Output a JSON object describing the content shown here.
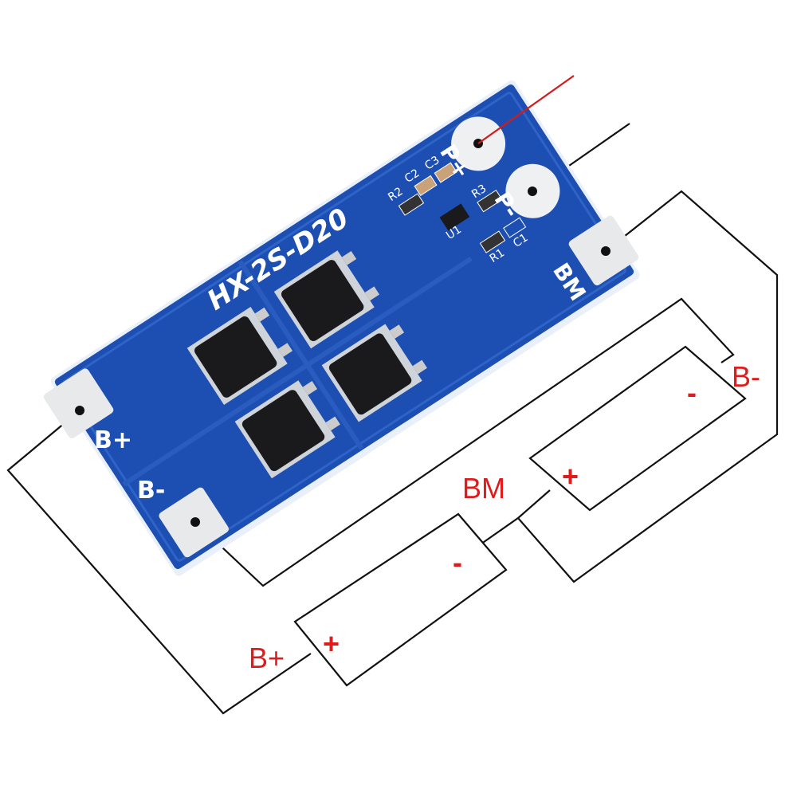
{
  "board": {
    "model": "HX-2S-D20",
    "pads": {
      "p_plus": "P+",
      "p_minus": "P-",
      "bm": "BM",
      "b_plus": "B+",
      "b_minus": "B-"
    },
    "components": [
      "R2",
      "C2",
      "C3",
      "R3",
      "U1",
      "R1",
      "C1"
    ]
  },
  "wiring_labels": {
    "b_minus": "B-",
    "bm": "BM",
    "b_plus": "B+",
    "cell1_minus": "-",
    "cell1_plus": "+",
    "cell2_minus": "-",
    "cell2_plus": "+"
  },
  "colors": {
    "board": "#1d4fb3",
    "wire": "#111111",
    "positive_wire": "#d41a1a",
    "label": "#e01b1b"
  }
}
